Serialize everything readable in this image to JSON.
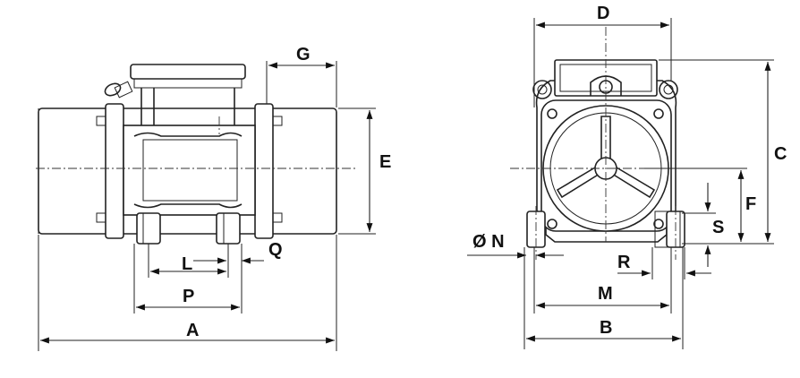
{
  "labels": {
    "A": "A",
    "B": "B",
    "C": "C",
    "D": "D",
    "E": "E",
    "F": "F",
    "G": "G",
    "L": "L",
    "M": "M",
    "N": "Ø N",
    "P": "P",
    "Q": "Q",
    "R": "R",
    "S": "S"
  }
}
